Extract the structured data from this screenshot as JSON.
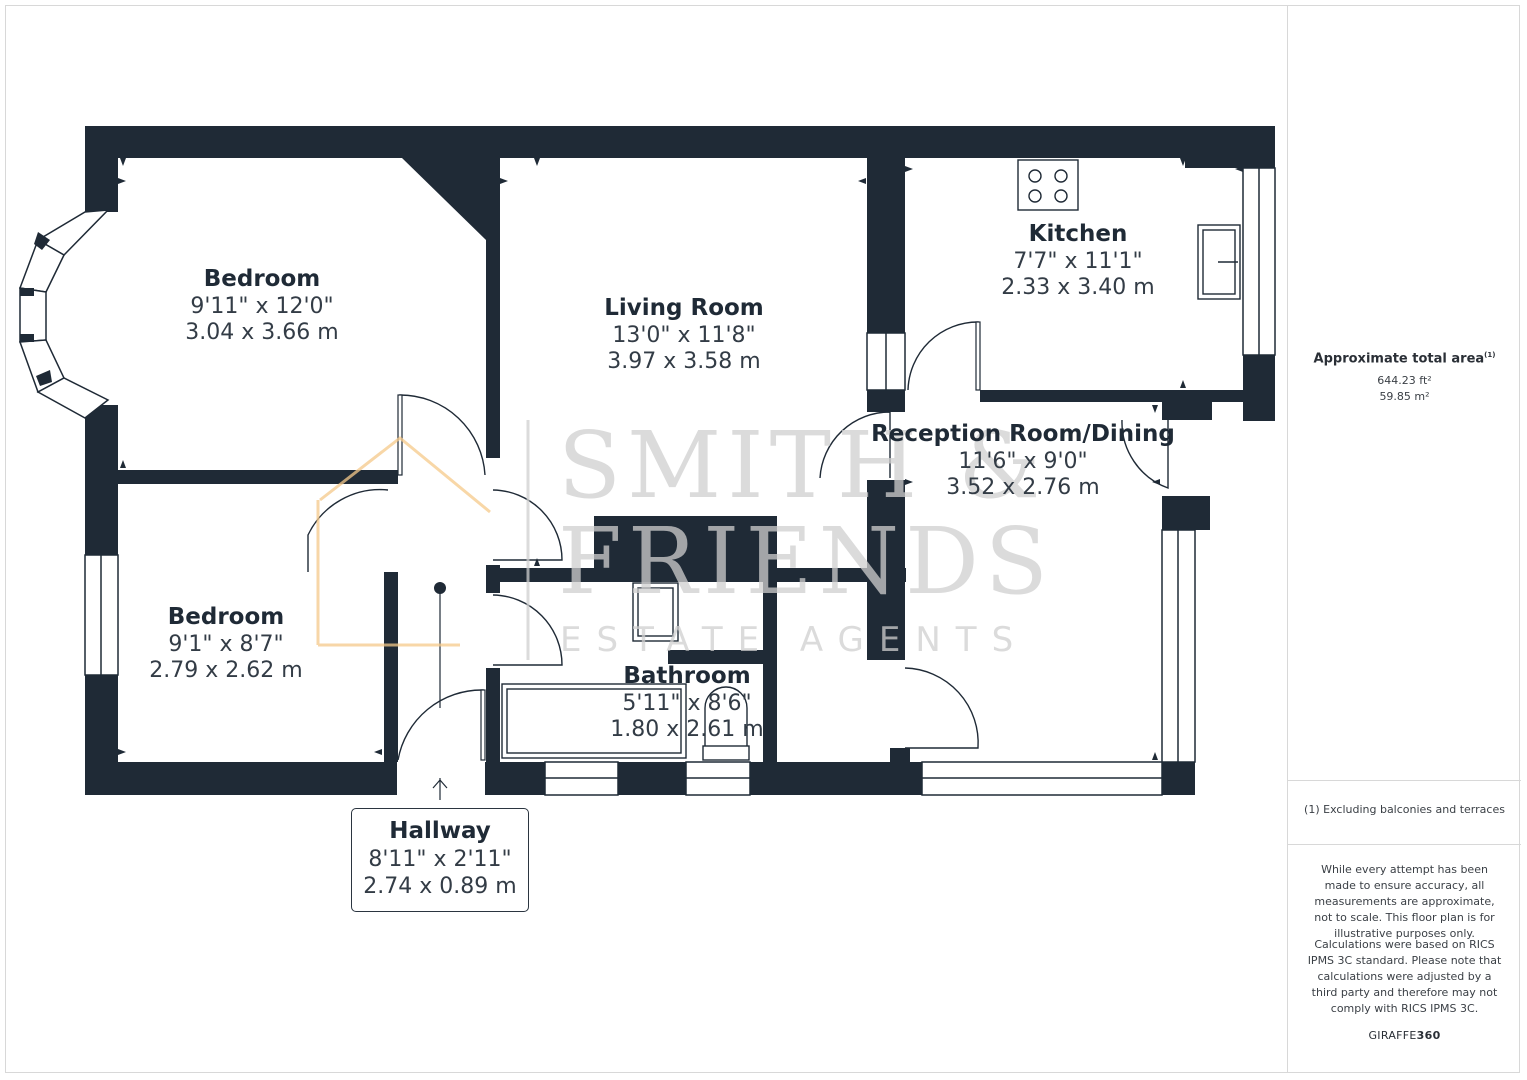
{
  "rooms": {
    "bedroom1": {
      "name": "Bedroom",
      "imperial": "9'11\" x 12'0\"",
      "metric": "3.04 x 3.66 m"
    },
    "living": {
      "name": "Living Room",
      "imperial": "13'0\" x 11'8\"",
      "metric": "3.97 x 3.58 m"
    },
    "kitchen": {
      "name": "Kitchen",
      "imperial": "7'7\" x 11'1\"",
      "metric": "2.33 x 3.40 m"
    },
    "reception": {
      "name": "Reception Room/Dining",
      "imperial": "11'6\" x 9'0\"",
      "metric": "3.52 x 2.76 m"
    },
    "bedroom2": {
      "name": "Bedroom",
      "imperial": "9'1\" x 8'7\"",
      "metric": "2.79 x 2.62 m"
    },
    "bathroom": {
      "name": "Bathroom",
      "imperial": "5'11\" x 8'6\"",
      "metric": "1.80 x 2.61 m"
    },
    "hallway": {
      "name": "Hallway",
      "imperial": "8'11\" x 2'11\"",
      "metric": "2.74 x 0.89 m"
    }
  },
  "watermark": {
    "line1": "SMITH &",
    "line2": "FRIENDS",
    "line3": "ESTATE AGENTS"
  },
  "sidebar": {
    "area_title": "Approximate total area",
    "area_note_mark": "(1)",
    "area_ft": "644.23 ft²",
    "area_m": "59.85 m²",
    "footnote": "(1) Excluding balconies and terraces",
    "disclaimer": "While every attempt has been made to ensure accuracy, all measurements are approximate, not to scale. This floor plan is for illustrative purposes only.",
    "calc_note": "Calculations were based on RICS IPMS 3C standard. Please note that calculations were adjusted by a third party and therefore may not comply with RICS IPMS 3C.",
    "brand_prefix": "GIRAFFE",
    "brand_suffix": "360"
  },
  "colors": {
    "wall": "#1f2a36",
    "watermark_orange": "#f5c98a",
    "watermark_grey": "#cfcfcf"
  }
}
